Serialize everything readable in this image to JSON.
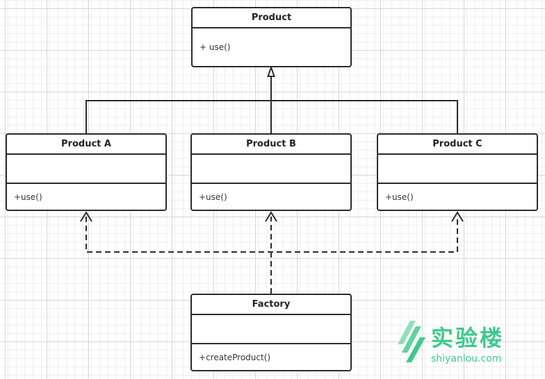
{
  "classes": {
    "product": {
      "name": "Product",
      "operation": "+ use()"
    },
    "product_a": {
      "name": "Product A",
      "operation": "+use()"
    },
    "product_b": {
      "name": "Product B",
      "operation": "+use()"
    },
    "product_c": {
      "name": "Product C",
      "operation": "+use()"
    },
    "factory": {
      "name": "Factory",
      "operation": "+createProduct()"
    }
  },
  "watermark": {
    "brand_cn": "实验楼",
    "brand_url": "shiyanlou.com",
    "color": "#3fc98c"
  },
  "colors": {
    "line": "#2b2b2b",
    "grid_major": "#d6d6d6",
    "grid_minor": "#efefef"
  }
}
